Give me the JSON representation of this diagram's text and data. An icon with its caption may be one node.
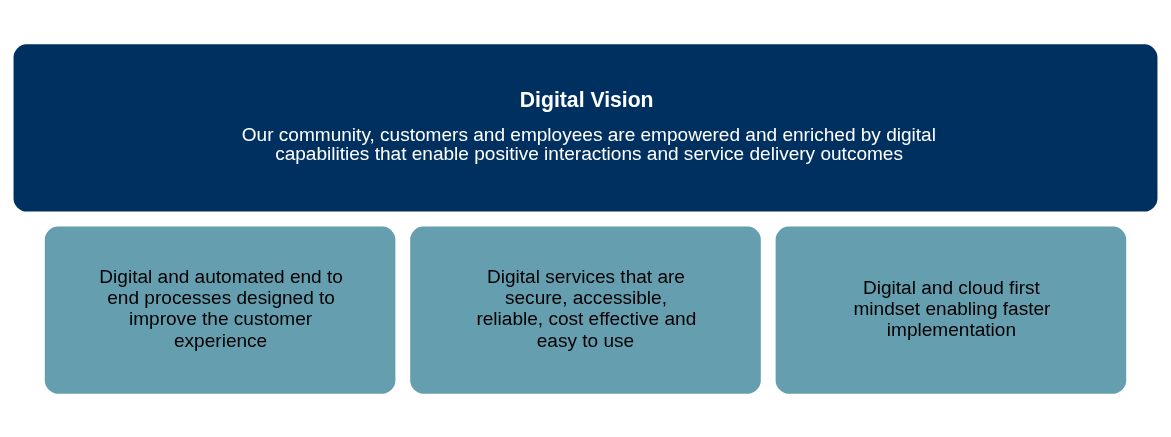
{
  "diagram": {
    "nodes": [
      {
        "text": [
          "Digital Vision",
          "Our community, customers and employees are empowered and enriched by digital capabilities that enable positive interactions and service delivery outcomes"
        ]
      },
      {
        "text": [
          "Digital and automated end to end processes designed to improve the customer experience"
        ]
      },
      {
        "text": [
          "Digital services that are secure, accessible, reliable, cost effective and easy to use"
        ]
      },
      {
        "text": [
          "Digital and cloud first mindset enabling faster implementation"
        ]
      }
    ],
    "edges": []
  }
}
